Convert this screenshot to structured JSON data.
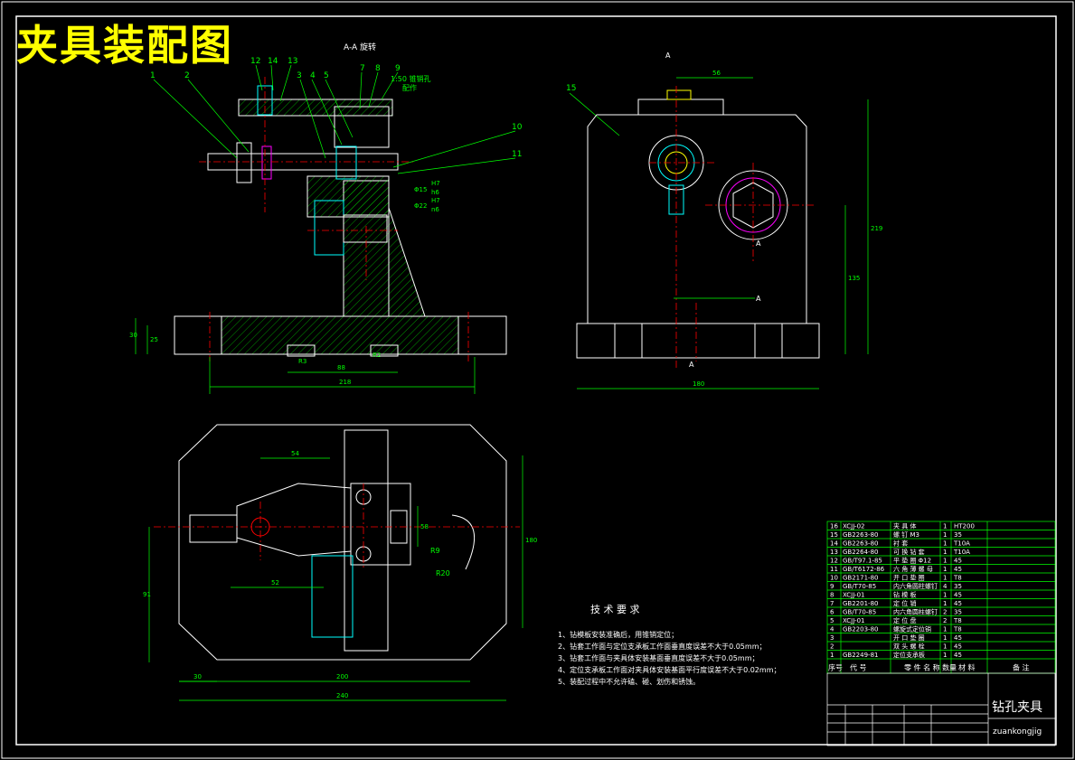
{
  "title": "夹具装配图",
  "section_label": "A-A 旋转",
  "callouts": [
    "1",
    "2",
    "12",
    "14",
    "13",
    "3",
    "4",
    "5",
    "7",
    "8",
    "9",
    "10",
    "11",
    "15"
  ],
  "note_pin": "1:50 锥销孔",
  "note_pin2": "配作",
  "fits": [
    "Φ15",
    "H7",
    "h6",
    "Φ22",
    "H7",
    "n6"
  ],
  "section_marks": [
    "A",
    "A",
    "A",
    "A"
  ],
  "dims": {
    "front_width": "218",
    "front_inner": "88",
    "side_width": "180",
    "side_top": "56",
    "side_height": "219",
    "side_h2": "135",
    "front_h1": "30",
    "front_h2": "25",
    "plan_54": "54",
    "plan_52": "52",
    "plan_58": "58",
    "plan_91": "91",
    "plan_180": "180",
    "plan_30": "30",
    "plan_200": "200",
    "plan_240": "240",
    "r_r9": "R9",
    "r_r20": "R20",
    "r_r3": "R3",
    "r_r2": "R2"
  },
  "tech_req": {
    "heading": "技 术 要 求",
    "items": [
      "1、钻模板安装准确后，用锥销定位；",
      "2、钻套工作面与定位支承板工作面垂直度误差不大于0.05mm；",
      "3、钻套工作面与夹具体安装基面垂直度误差不大于0.05mm；",
      "4、定位支承板工作面对夹具体安装基面平行度误差不大于0.02mm；",
      "5、装配过程中不允许磕、碰、划伤和锈蚀。"
    ]
  },
  "bom": [
    [
      "16",
      "XCJJ-02",
      "夹 具 体",
      "1",
      "HT200"
    ],
    [
      "15",
      "GB2263-80",
      "螺 钉 M3",
      "1",
      "35"
    ],
    [
      "14",
      "GB2263-80",
      "衬 套",
      "1",
      "T10A"
    ],
    [
      "13",
      "GB2264-80",
      "可 换 钻 套",
      "1",
      "T10A"
    ],
    [
      "12",
      "GB/T97.1-85",
      "平 垫 圈 Φ12",
      "1",
      "45"
    ],
    [
      "11",
      "GB/T6172-86",
      "六 角 薄 螺 母",
      "1",
      "45"
    ],
    [
      "10",
      "GB2171-80",
      "开 口 垫 圈",
      "1",
      "T8"
    ],
    [
      "9",
      "GB/T70-85",
      "内六角圆柱螺钉",
      "4",
      "35"
    ],
    [
      "8",
      "XCJJ-01",
      "钻 模 板",
      "1",
      "45"
    ],
    [
      "7",
      "GB2201-80",
      "定 位 销",
      "1",
      "45"
    ],
    [
      "6",
      "GB/T70-85",
      "内六角圆柱螺钉",
      "2",
      "35"
    ],
    [
      "5",
      "XCJJ-01",
      "定 位 盘",
      "2",
      "T8"
    ],
    [
      "4",
      "GB2203-80",
      "螺旋式定位销",
      "1",
      "T8"
    ],
    [
      "3",
      "",
      "开 口 垫 圈",
      "1",
      "45"
    ],
    [
      "2",
      "",
      "双 头 螺 栓",
      "1",
      "45"
    ],
    [
      "1",
      "GB2249-81",
      "定位支承板",
      "1",
      "45"
    ]
  ],
  "bom_header": [
    "序号",
    "代 号",
    "零 件 名 称",
    "数量",
    "材 料",
    "备 注"
  ],
  "title_block": {
    "name": "钻孔夹具",
    "drawing_no": "zuankongjig"
  }
}
